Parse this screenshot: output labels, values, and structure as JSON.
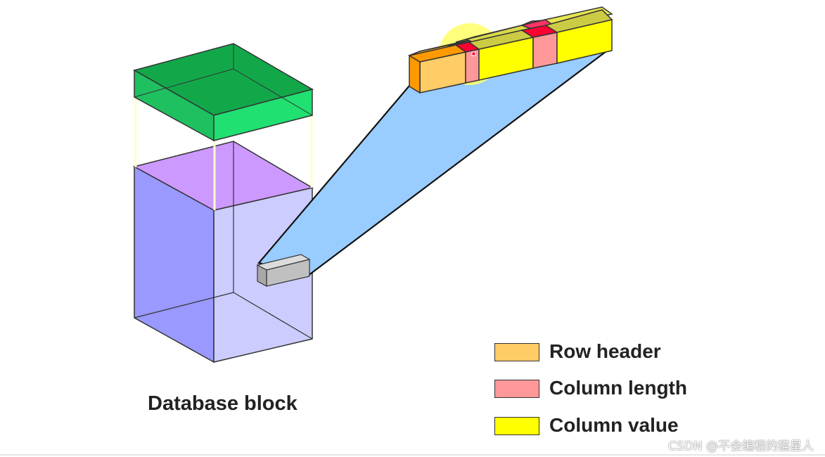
{
  "caption": "Database block",
  "legend": [
    {
      "label": "Row header",
      "color": "#ffcc66"
    },
    {
      "label": "Column length",
      "color": "#ff9999"
    },
    {
      "label": "Column value",
      "color": "#ffff00"
    }
  ],
  "watermark": "CSDN @不会编程的猫星人",
  "colors": {
    "cover_front": "#1fe070",
    "cover_top": "#12a84a",
    "block_top": "#cc99ff",
    "block_left": "#9999ff",
    "block_front": "#ccccff",
    "row_detail_beam": "#99ccff",
    "row_piece": "#c0c0c0",
    "highlight": "#ffff66",
    "row_header_dark": "#ff9900",
    "column_length_dark": "#ff0033"
  }
}
